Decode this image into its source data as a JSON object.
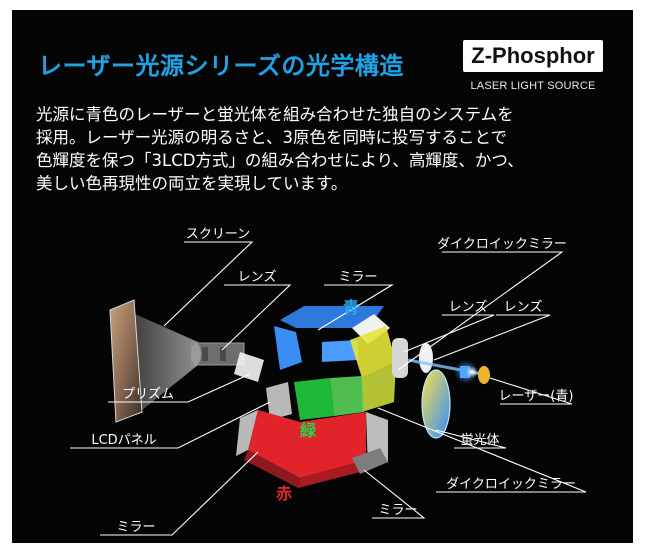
{
  "title": "レーザー光源シリーズの光学構造",
  "brand": {
    "name": "Z-Phosphor",
    "subtitle": "LASER LIGHT SOURCE"
  },
  "description": [
    "光源に青色のレーザーと蛍光体を組み合わせた独自のシステムを",
    "採用。レーザー光源の明るさと、3原色を同時に投写することで",
    "色輝度を保つ「3LCD方式」の組み合わせにより、高輝度、かつ、",
    "美しい色再現性の両立を実現しています。"
  ],
  "labels": {
    "screen": "スクリーン",
    "lens_projection": "レンズ",
    "mirror_top": "ミラー",
    "dichroic_top": "ダイクロイックミラー",
    "lens_mid": "レンズ",
    "lens_right": "レンズ",
    "laser": "レーザー(青)",
    "prism": "プリズム",
    "lcd_panel": "LCDパネル",
    "phosphor": "蛍光体",
    "dichroic_bottom": "ダイクロイックミラー",
    "mirror_bottom_right": "ミラー",
    "mirror_bottom_left": "ミラー",
    "blue": "青",
    "green": "緑",
    "red": "赤"
  },
  "colors": {
    "title": "#1fa2e6",
    "blue_label": "#2aa6ee",
    "green_label": "#2dd04a",
    "red_label": "#e8262b",
    "background": "#050505"
  }
}
